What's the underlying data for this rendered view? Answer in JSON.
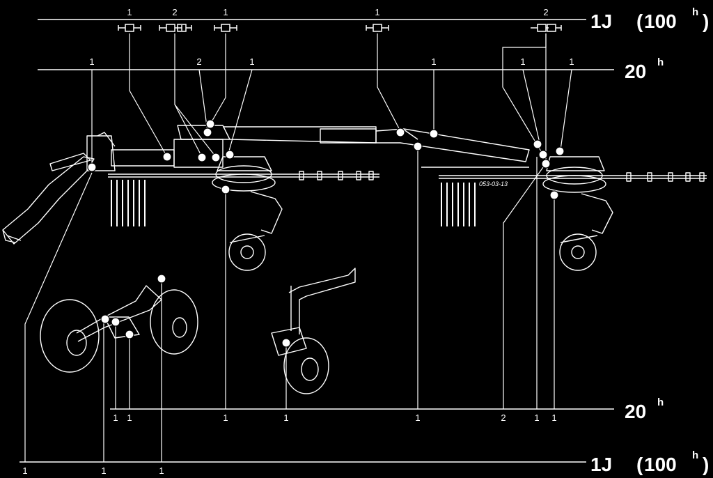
{
  "diagram_id": "053-03-13",
  "interval_lines": {
    "top": {
      "label": "1J",
      "paren_open": "(",
      "value": "100",
      "sup": "h",
      "paren_close": ")"
    },
    "second": {
      "label": "20",
      "sup": "h"
    },
    "third": {
      "label": "20",
      "sup": "h"
    },
    "bottom": {
      "label": "1J",
      "paren_open": "(",
      "value": "100",
      "sup": "h",
      "paren_close": ")"
    }
  },
  "top_numbers": [
    "1",
    "2",
    "1",
    "1",
    "2"
  ],
  "second_numbers": [
    "1",
    "2",
    "1",
    "1",
    "1",
    "1"
  ],
  "third_numbers": [
    "1",
    "1",
    "1",
    "1",
    "1",
    "2",
    "1",
    "1"
  ],
  "bottom_numbers": [
    "1",
    "1",
    "1"
  ]
}
